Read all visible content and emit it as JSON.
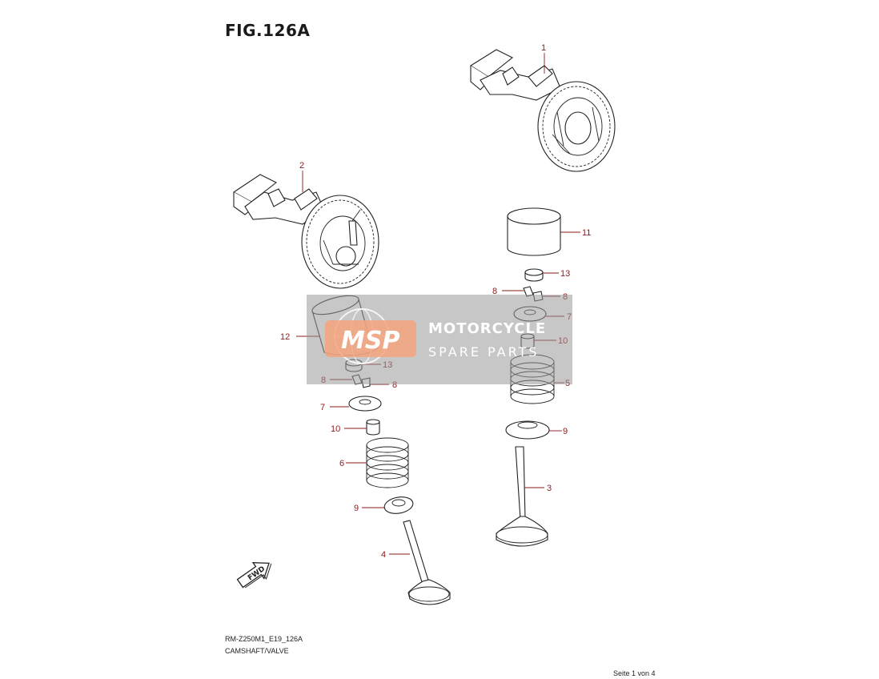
{
  "figure": {
    "title": "FIG.126A",
    "model_code": "RM-Z250M1_E19_126A",
    "caption": "CAMSHAFT/VALVE",
    "page_info": "Seite 1 von 4"
  },
  "fwd_label": "FWD",
  "watermark": {
    "logo": "MSP",
    "line1": "MOTORCYCLE",
    "line2": "SPARE PARTS",
    "logo_color": "#f5a47c",
    "panel_color": "#999999"
  },
  "callouts": {
    "c1": "1",
    "c2": "2",
    "c3": "3",
    "c4": "4",
    "c5": "5",
    "c6": "6",
    "c7a": "7",
    "c7b": "7",
    "c8a": "8",
    "c8b": "8",
    "c8c": "8",
    "c8d": "8",
    "c9a": "9",
    "c9b": "9",
    "c10a": "10",
    "c10b": "10",
    "c11": "11",
    "c12": "12",
    "c13a": "13",
    "c13b": "13"
  },
  "colors": {
    "callout": "#8b1a1a",
    "line": "#222222"
  }
}
